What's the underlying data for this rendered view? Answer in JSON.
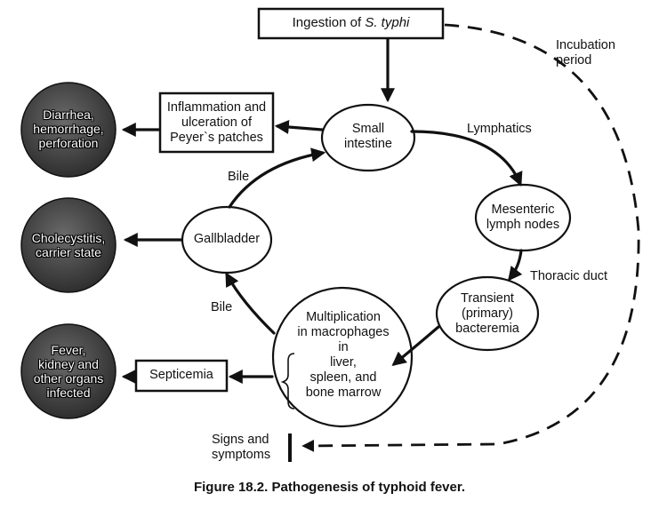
{
  "nodes": {
    "ingestion": {
      "prefix": "Ingestion of",
      "organism": "S. typhi"
    },
    "small_intestine": [
      "Small",
      "intestine"
    ],
    "inflammation": [
      "Inflammation and",
      "ulceration of",
      "Peyer`s patches"
    ],
    "mesenteric": [
      "Mesenteric",
      "lymph nodes"
    ],
    "bacteremia": [
      "Transient",
      "(primary)",
      "bacteremia"
    ],
    "multiplication": [
      "Multiplication",
      "in macrophages",
      "in",
      "liver,",
      "spleen, and",
      "bone marrow"
    ],
    "gallbladder": "Gallbladder",
    "septicemia": "Septicemia"
  },
  "outcomes": {
    "diarrhea": [
      "Diarrhea,",
      "hemorrhage,",
      "perforation"
    ],
    "cholecystitis": [
      "Cholecystitis,",
      "carrier state"
    ],
    "fever": [
      "Fever,",
      "kidney and",
      "other organs",
      "infected"
    ]
  },
  "labels": {
    "lymphatics": "Lymphatics",
    "thoracic_duct": "Thoracic duct",
    "bile_upper": "Bile",
    "bile_lower": "Bile",
    "incubation": [
      "Incubation",
      "period"
    ],
    "signs": [
      "Signs and",
      "symptoms"
    ]
  },
  "caption": "Figure 18.2.   Pathogenesis of typhoid fever.",
  "colors": {
    "outcome_fill": "#4a4a4a",
    "line": "#111111"
  }
}
